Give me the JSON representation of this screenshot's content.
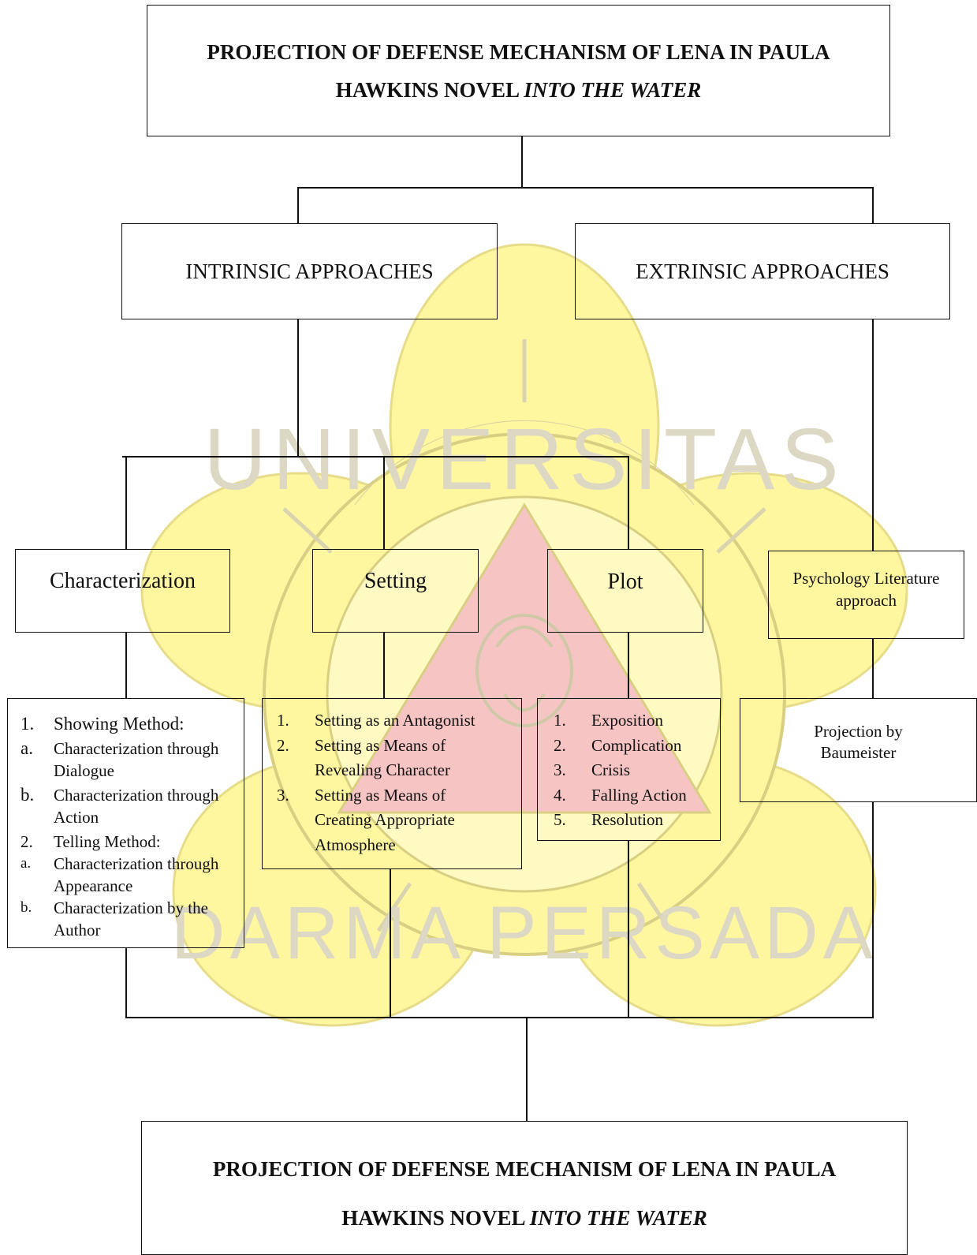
{
  "top_title": {
    "line1": "PROJECTION OF DEFENSE MECHANISM OF LENA IN PAULA",
    "line2_prefix": "HAWKINS NOVEL ",
    "line2_italic": "INTO THE WATER"
  },
  "approaches": {
    "intrinsic": "INTRINSIC APPROACHES",
    "extrinsic": "EXTRINSIC APPROACHES"
  },
  "elements": {
    "characterization": "Characterization",
    "setting": "Setting",
    "plot": "Plot",
    "psychology": "Psychology Literature approach"
  },
  "characterization_list": [
    {
      "marker": "1.",
      "text": "Showing Method:"
    },
    {
      "marker": "a.",
      "text": "Characterization through Dialogue"
    },
    {
      "marker": "b.",
      "text": "Characterization through Action"
    },
    {
      "marker": "2.",
      "text": "Telling Method:"
    },
    {
      "marker": "a.",
      "text": "Characterization through Appearance"
    },
    {
      "marker": "b.",
      "text": "Characterization by the Author"
    }
  ],
  "setting_list": [
    {
      "marker": "1.",
      "text": "Setting as an Antagonist"
    },
    {
      "marker": "2.",
      "text": "Setting as Means of Revealing Character"
    },
    {
      "marker": "3.",
      "text": "Setting as Means of Creating Appropriate Atmosphere"
    }
  ],
  "plot_list": [
    {
      "marker": "1.",
      "text": "Exposition"
    },
    {
      "marker": "2.",
      "text": "Complication"
    },
    {
      "marker": "3.",
      "text": "Crisis"
    },
    {
      "marker": "4.",
      "text": "Falling Action"
    },
    {
      "marker": "5.",
      "text": "Resolution"
    }
  ],
  "projection": "Projection by Baumeister",
  "bottom_title": {
    "line1": "PROJECTION OF DEFENSE MECHANISM OF LENA IN PAULA",
    "line2_prefix": "HAWKINS NOVEL ",
    "line2_italic": "INTO THE WATER"
  },
  "watermark": {
    "text_top": "UNIVERSITAS",
    "text_bottom": "DARMA PERSADA",
    "petal_color": "#fff59a",
    "triangle_color": "#f7b7b7"
  }
}
